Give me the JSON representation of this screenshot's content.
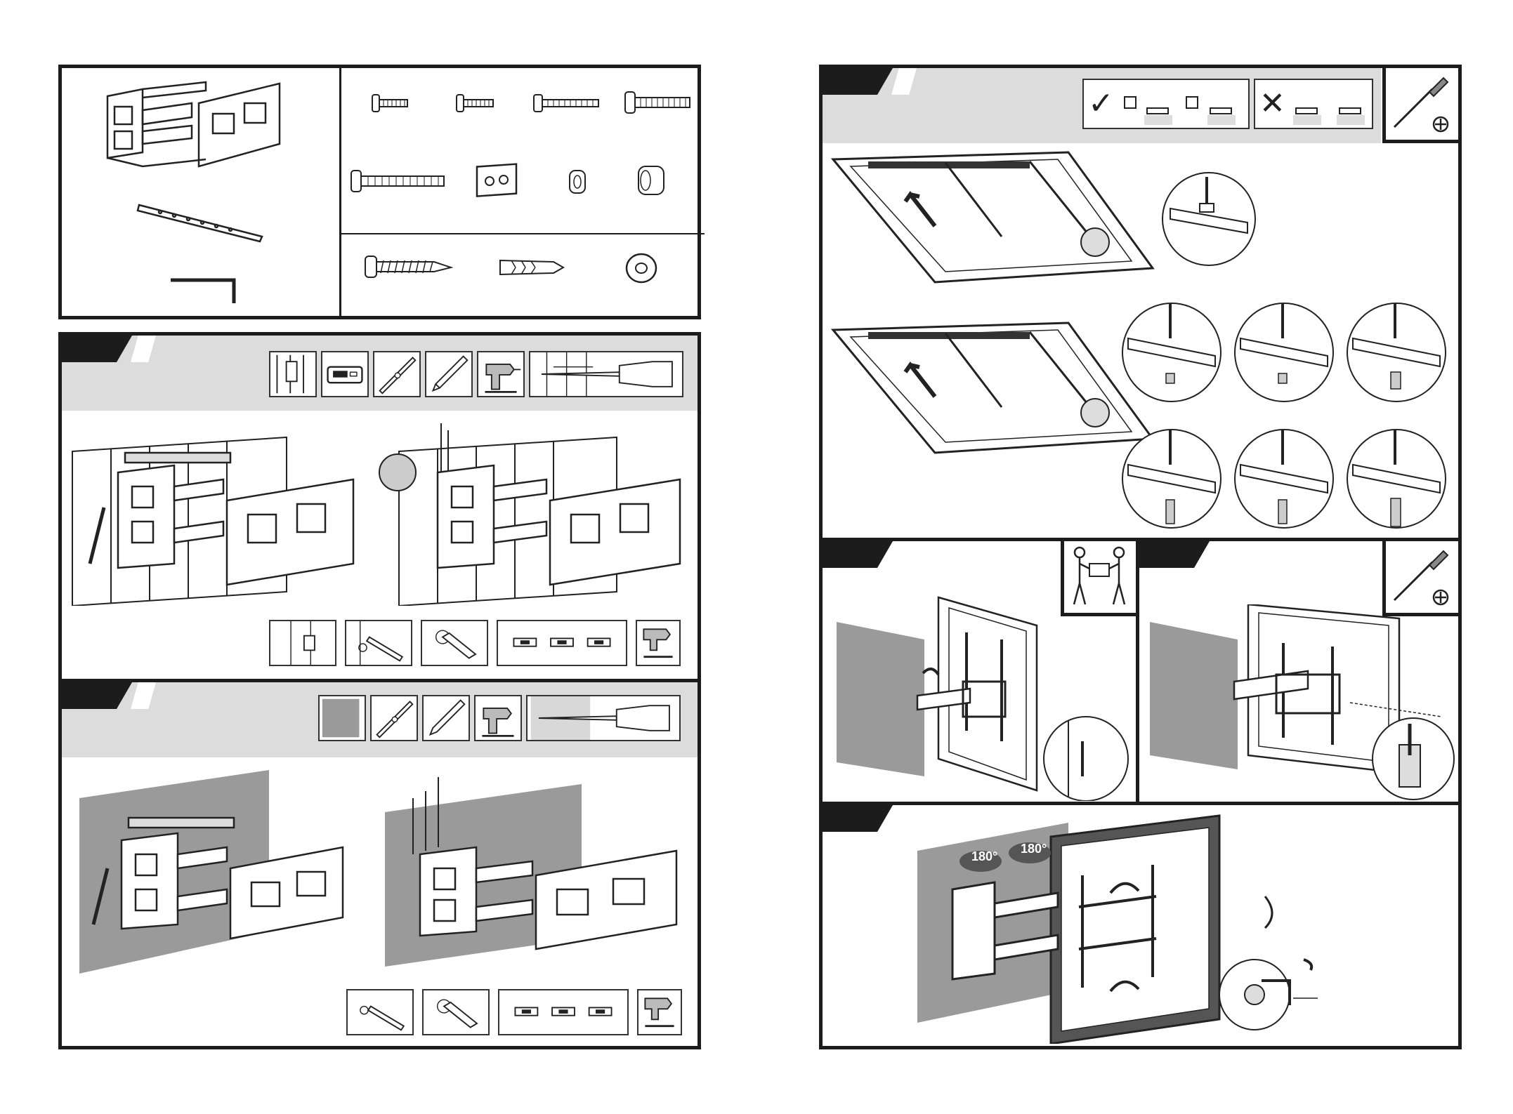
{
  "document": {
    "title": "",
    "pages": [
      "left-page",
      "right-page"
    ]
  },
  "left_page": {
    "parts_panel": {
      "bracket_parts": [
        "wall-arm-assembly",
        "mounting-strip",
        "hex-key"
      ],
      "hardware_row_1": [
        "short-bolt-a",
        "short-bolt-b",
        "medium-bolt",
        "long-bolt"
      ],
      "hardware_row_2": [
        "extra-long-bolt",
        "washer-plate",
        "small-spacer",
        "large-spacer"
      ],
      "hardware_row_3": [
        "lag-bolt",
        "wall-anchor",
        "flat-washer"
      ]
    },
    "step_wood_stud": {
      "tools": [
        "stud-finder",
        "stud-detector",
        "level",
        "pencil",
        "drill",
        "drill-bit-wood"
      ],
      "sub_steps": [
        "locate-stud",
        "mark-holes",
        "drill-holes",
        "lag-bolts",
        "drill-drive"
      ]
    },
    "step_concrete": {
      "tools": [
        "concrete-wall",
        "level",
        "pencil",
        "drill",
        "drill-bit-concrete"
      ],
      "sub_steps": [
        "mark-holes",
        "drill-holes",
        "anchors",
        "drill-drive"
      ]
    }
  },
  "right_page": {
    "step_attach_strips": {
      "correct_label": "✓",
      "wrong_label": "✕",
      "tool": "phillips-screwdriver",
      "variants": 6
    },
    "step_hang_tv": {
      "people_required": 2
    },
    "step_secure": {
      "tool": "phillips-screwdriver"
    },
    "step_adjust": {
      "rotation_labels": [
        "180°",
        "180°"
      ]
    }
  },
  "colors": {
    "border": "#1c1c1c",
    "band": "#dcdcdc",
    "wall": "#9a9a9a",
    "line": "#222222"
  }
}
